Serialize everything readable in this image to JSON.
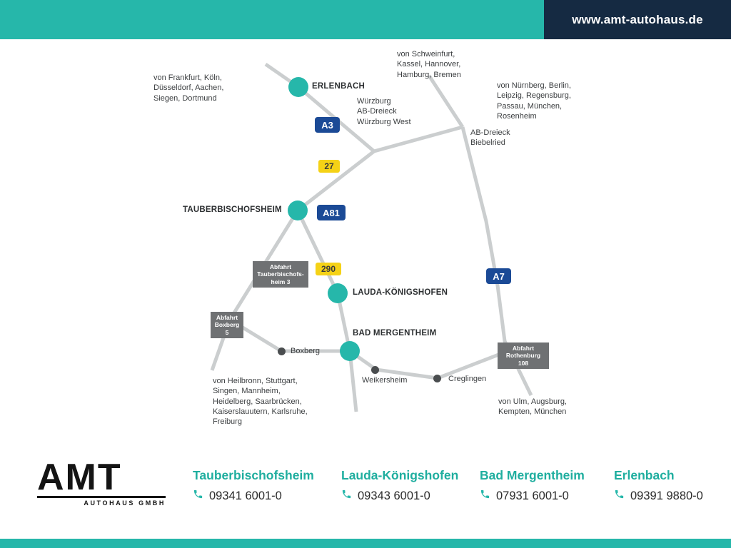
{
  "header": {
    "url": "www.amt-autohaus.de"
  },
  "colors": {
    "brand_teal": "#26b7aa",
    "header_navy": "#152a42",
    "autobahn_blue": "#1b4a96",
    "route_yellow": "#f5d216",
    "road_gray": "#cbcecf",
    "exit_gray": "#6f7173"
  },
  "map": {
    "cities": [
      {
        "label": "ERLENBACH"
      },
      {
        "label": "TAUBERBISCHOFSHEIM"
      },
      {
        "label": "LAUDA-KÖNIGSHOFEN"
      },
      {
        "label": "BAD MERGENTHEIM"
      }
    ],
    "towns": [
      {
        "label": "Boxberg"
      },
      {
        "label": "Weikersheim"
      },
      {
        "label": "Creglingen"
      }
    ],
    "motorways": [
      {
        "label": "A3"
      },
      {
        "label": "A81"
      },
      {
        "label": "A7"
      }
    ],
    "routes": [
      {
        "label": "27"
      },
      {
        "label": "290"
      }
    ],
    "exits": [
      {
        "label": "Abfahrt\nTauberbischofs-\nheim 3"
      },
      {
        "label": "Abfahrt\nBoxberg\n5"
      },
      {
        "label": "Abfahrt\nRothenburg\n108"
      }
    ],
    "junctions": [
      {
        "label": "Würzburg\nAB-Dreieck\nWürzburg West"
      },
      {
        "label": "AB-Dreieck\nBiebelried"
      }
    ],
    "directions": [
      {
        "text": "von Frankfurt, Köln,\nDüsseldorf, Aachen,\nSiegen, Dortmund"
      },
      {
        "text": "von Schweinfurt,\nKassel, Hannover,\nHamburg, Bremen"
      },
      {
        "text": "von Nürnberg, Berlin,\nLeipzig, Regensburg,\nPassau, München,\nRosenheim"
      },
      {
        "text": "von Heilbronn, Stuttgart,\nSingen, Mannheim,\nHeidelberg, Saarbrücken,\nKaiserslauutern, Karlsruhe,\nFreiburg"
      },
      {
        "text": "von Ulm, Augsburg,\nKempten, München"
      }
    ]
  },
  "footer": {
    "logo": {
      "name": "AMT",
      "subtitle": "AUTOHAUS GMBH"
    },
    "locations": [
      {
        "name": "Tauberbischofsheim",
        "phone": "09341 6001-0"
      },
      {
        "name": "Lauda-Königshofen",
        "phone": "09343 6001-0"
      },
      {
        "name": "Bad Mergentheim",
        "phone": "07931 6001-0"
      },
      {
        "name": "Erlenbach",
        "phone": "09391 9880-0"
      }
    ]
  }
}
